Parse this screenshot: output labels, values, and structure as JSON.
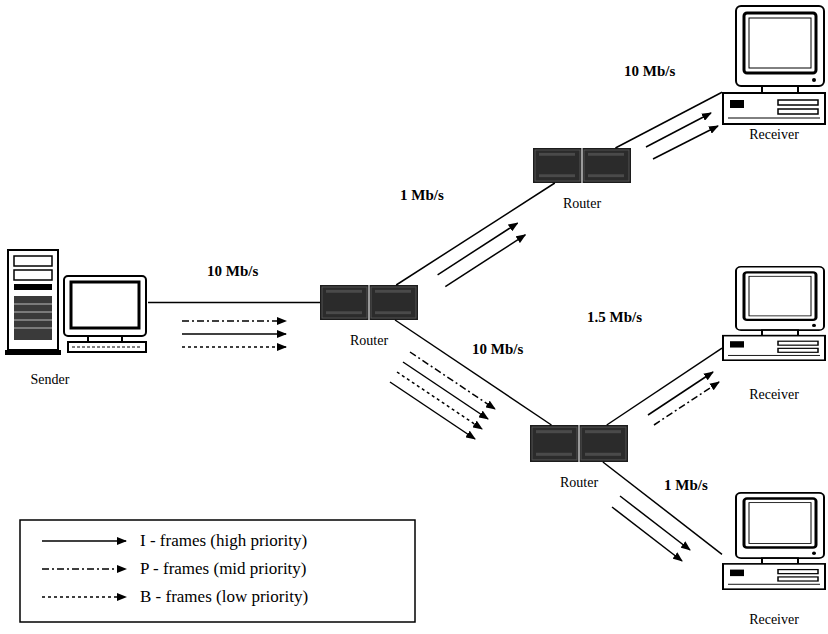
{
  "diagram": {
    "nodes": [
      {
        "text": [
          "Sender"
        ]
      },
      {
        "text": [
          "Router"
        ]
      },
      {
        "text": [
          "Router"
        ]
      },
      {
        "text": [
          "Receiver"
        ]
      },
      {
        "text": [
          "Router"
        ]
      },
      {
        "text": [
          "Receiver"
        ]
      },
      {
        "text": [
          "Receiver"
        ]
      }
    ],
    "edges": [
      {
        "from": 0,
        "to": 1,
        "arrow": "none",
        "label": "10 Mb/s"
      },
      {
        "from": 1,
        "to": 2,
        "arrow": "none",
        "label": "1 Mb/s"
      },
      {
        "from": 2,
        "to": 3,
        "arrow": "none",
        "label": "10 Mb/s"
      },
      {
        "from": 1,
        "to": 4,
        "arrow": "none",
        "label": "10 Mb/s"
      },
      {
        "from": 4,
        "to": 5,
        "arrow": "none",
        "label": "1.5 Mb/s"
      },
      {
        "from": 4,
        "to": 6,
        "arrow": "none",
        "label": "1 Mb/s"
      }
    ],
    "legend": [
      {
        "text": "I - frames (high priority)"
      },
      {
        "text": "P - frames (mid priority)"
      },
      {
        "text": "B - frames (low priority)"
      }
    ]
  }
}
